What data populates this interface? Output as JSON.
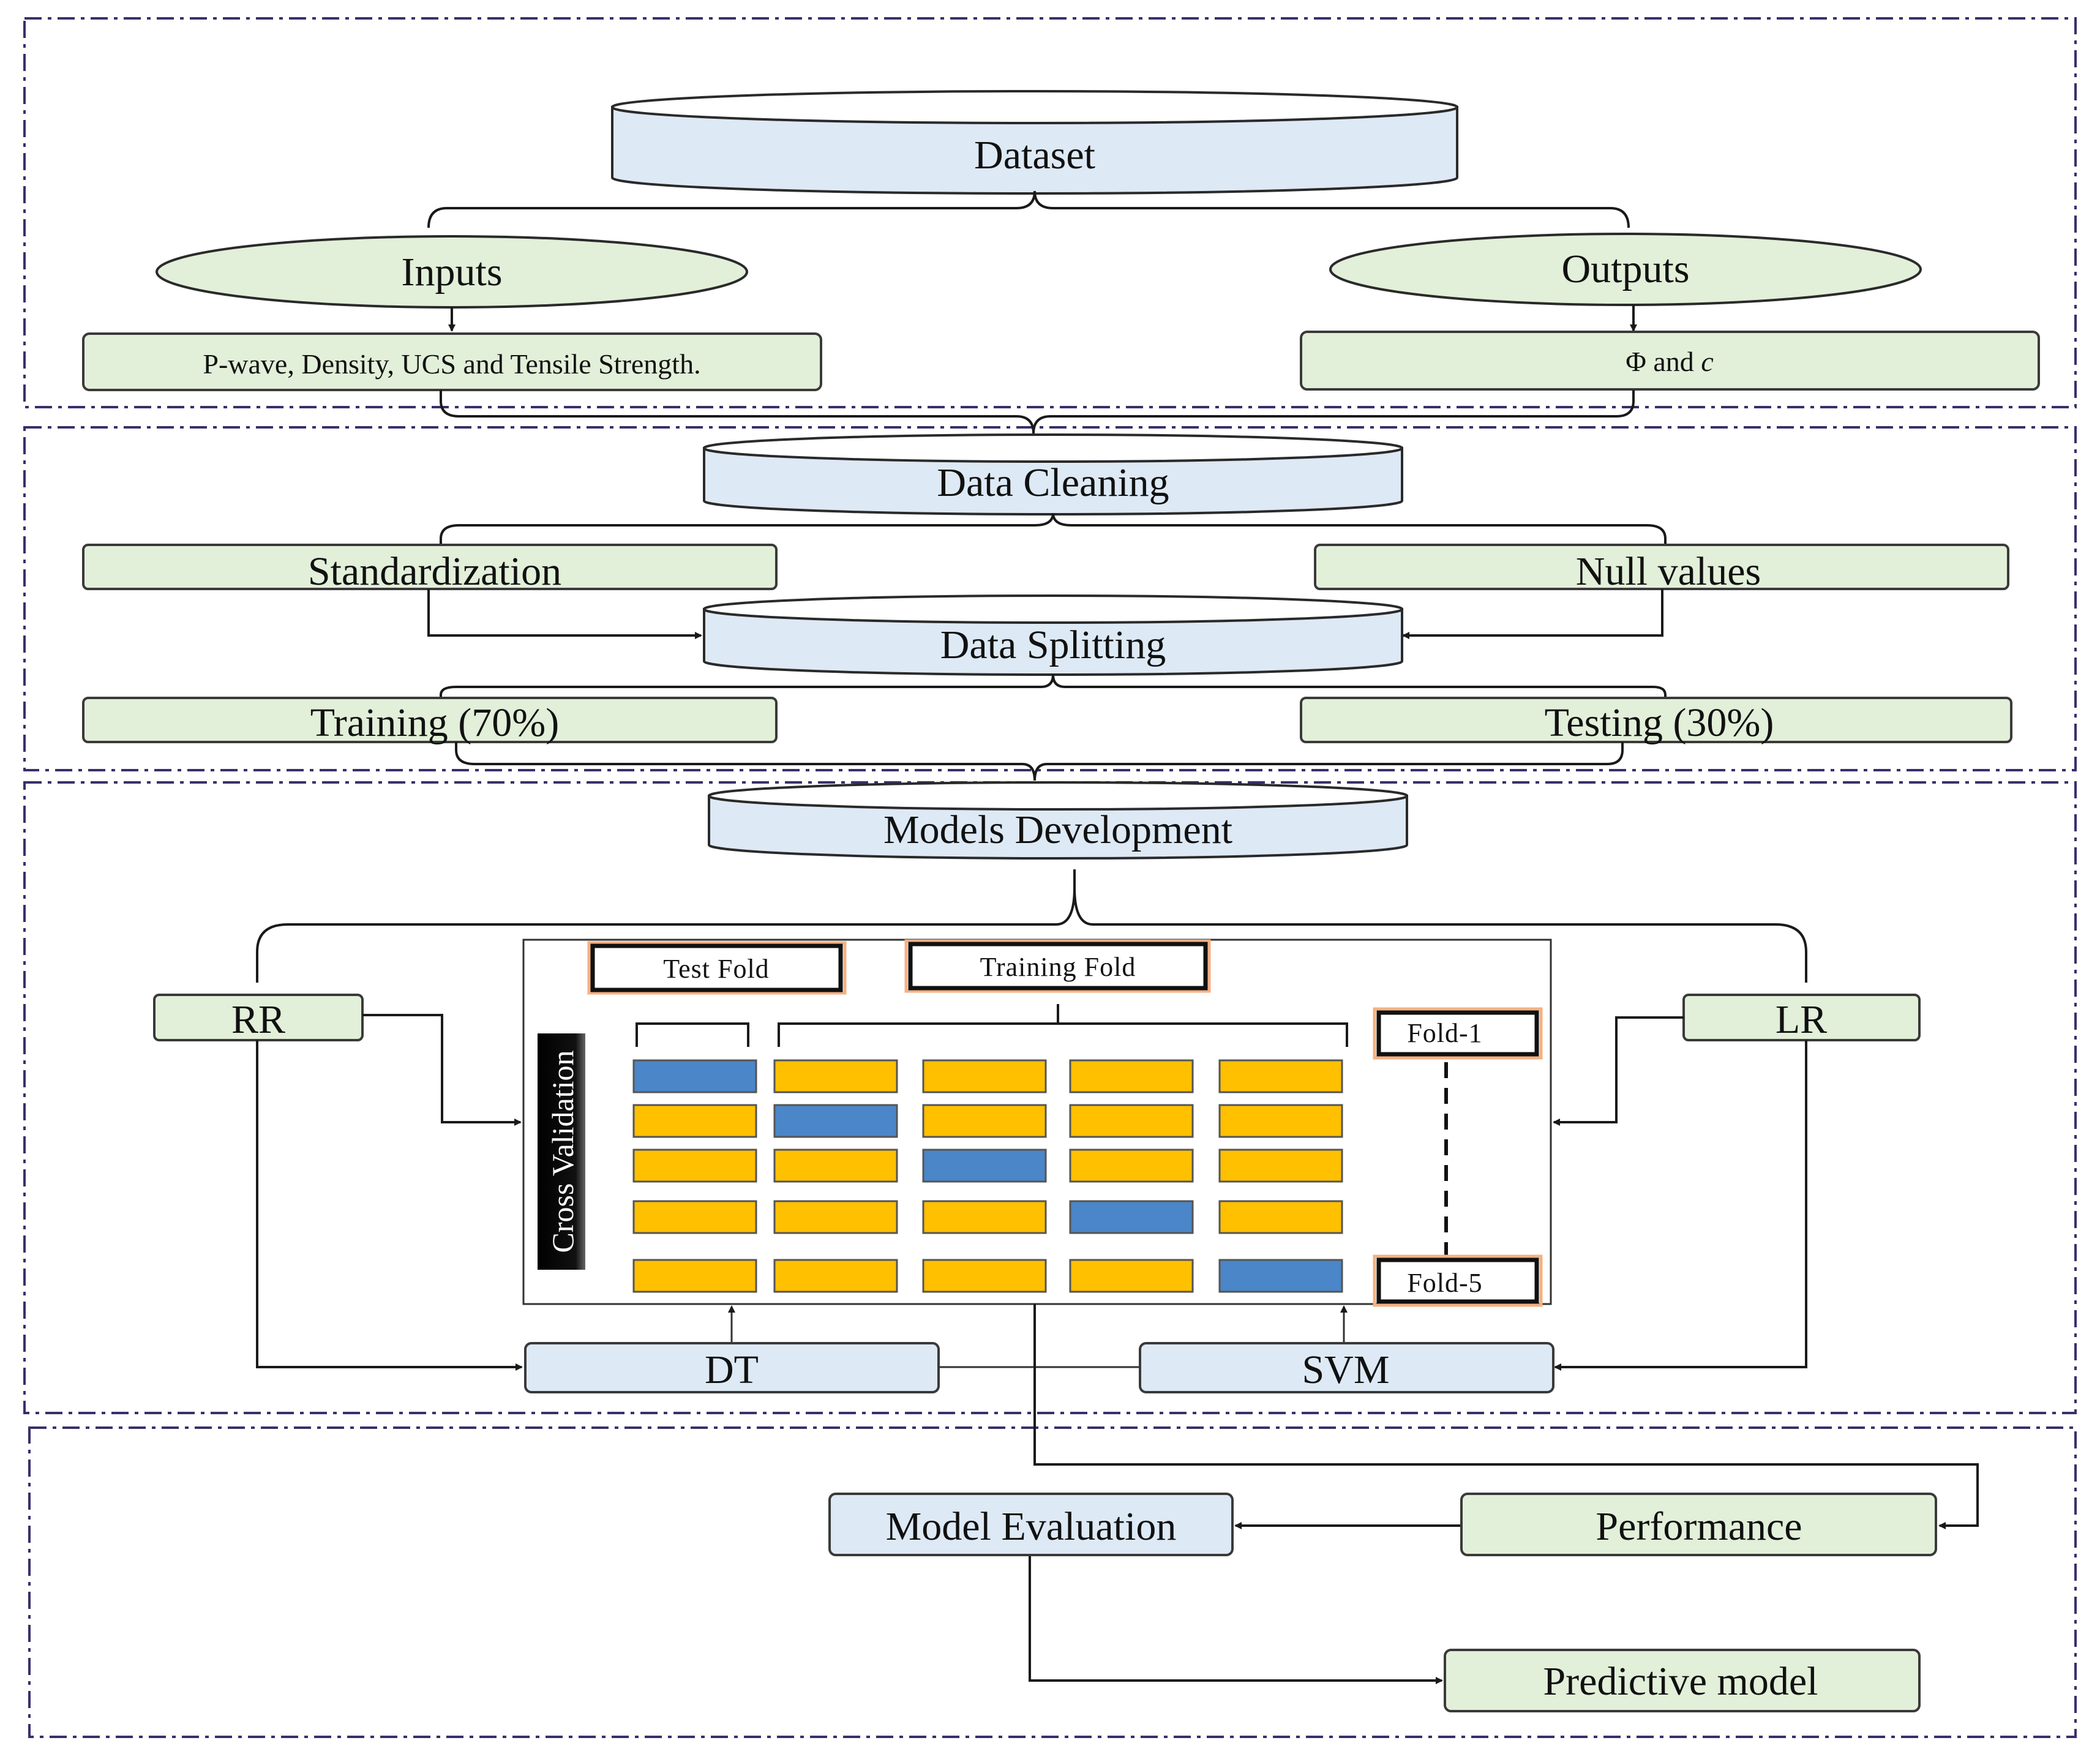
{
  "sections": {
    "data": {
      "dataset": "Dataset",
      "inputs": "Inputs",
      "outputs": "Outputs",
      "input_features": "P-wave, Density, UCS and Tensile Strength.",
      "output_phi": "Φ",
      "output_and": " and ",
      "output_c": "c"
    },
    "preprocessing": {
      "data_cleaning": "Data Cleaning",
      "standardization": "Standardization",
      "null_values": "Null values",
      "data_splitting": "Data Splitting",
      "training": "Training (70%)",
      "testing": "Testing (30%)"
    },
    "models": {
      "models_development": "Models Development",
      "rr": "RR",
      "lr": "LR",
      "dt": "DT",
      "svm": "SVM",
      "cross_validation": {
        "label": "Cross Validation",
        "test_fold": "Test Fold",
        "training_fold": "Training Fold",
        "fold_first": "Fold-1",
        "fold_last": "Fold-5",
        "folds": 5,
        "test_fold_index_per_row": [
          0,
          1,
          2,
          3,
          4
        ]
      }
    },
    "evaluation": {
      "model_evaluation": "Model Evaluation",
      "performance": "Performance",
      "predictive_model": "Predictive model"
    }
  },
  "colors": {
    "green_box": "#e2efd9",
    "blue_box": "#dde9f5",
    "training_fold": "#ffc000",
    "test_fold": "#4a86c8",
    "section_border": "#3b2f6b"
  }
}
